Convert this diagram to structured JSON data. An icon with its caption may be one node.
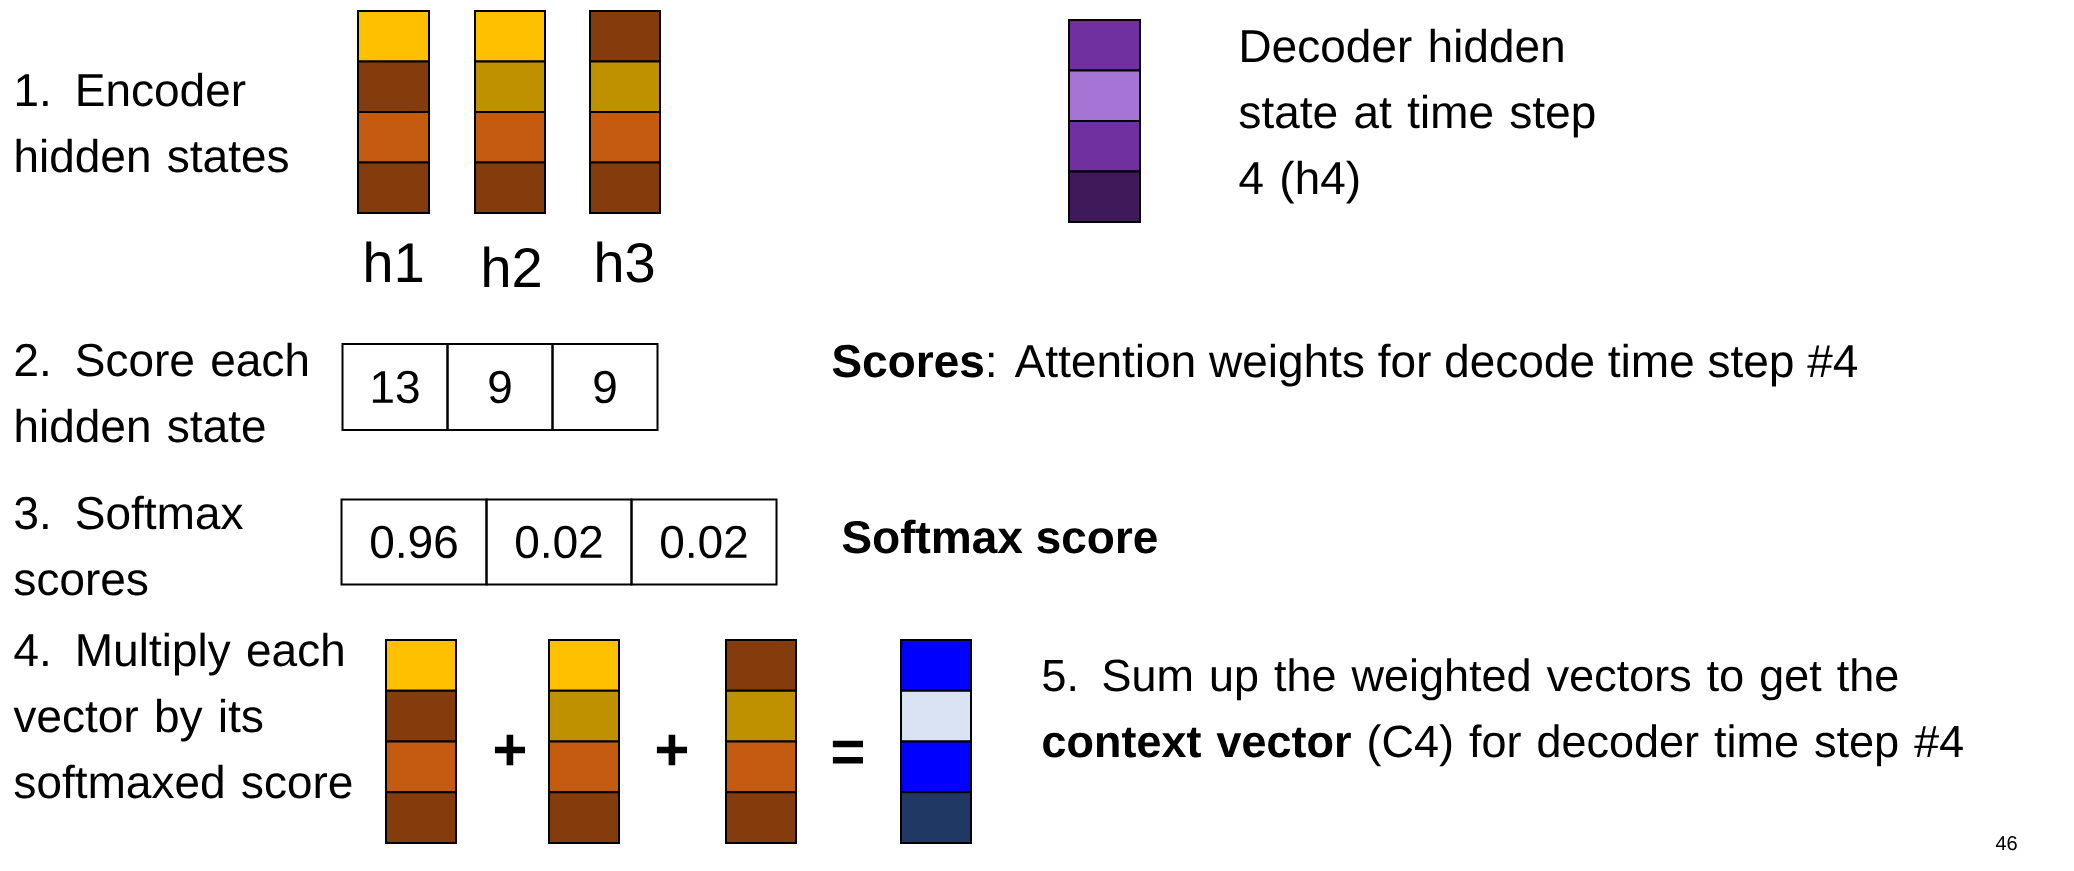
{
  "diagram": {
    "nodes": [
      {
        "text": [
          "13"
        ]
      },
      {
        "text": [
          "9"
        ]
      },
      {
        "text": [
          "9"
        ]
      },
      {
        "text": [
          "0.96"
        ]
      },
      {
        "text": [
          "0.02"
        ]
      },
      {
        "text": [
          "0.02"
        ]
      }
    ],
    "labels": [
      "1. Encoder hidden states",
      "Decoder hidden state at time step 4 (h4)",
      "h1",
      "h2",
      "h3",
      "2. Score each hidden state",
      "**Scores**: Attention weights for decode time step #4",
      "3. Softmax scores",
      "Softmax score",
      "4. Multiply each vector by its softmaxed score",
      "+",
      "+",
      "=",
      "5. Sum up the weighted vectors to get the **context vector** (C4) for decoder time step #4",
      "46"
    ]
  }
}
